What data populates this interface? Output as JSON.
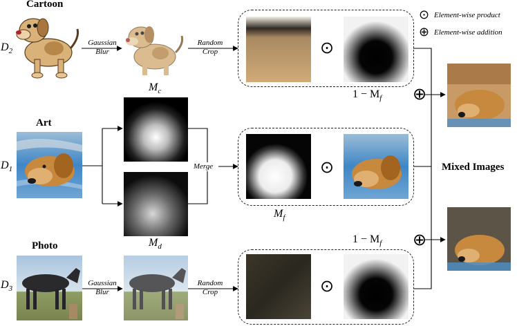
{
  "domains": {
    "cartoon": {
      "name": "Cartoon",
      "symbol": "D",
      "sub": "2"
    },
    "art": {
      "name": "Art",
      "symbol": "D",
      "sub": "1"
    },
    "photo": {
      "name": "Photo",
      "symbol": "D",
      "sub": "3"
    }
  },
  "ops": {
    "gaussian_top": [
      "Gaussian",
      "Blur"
    ],
    "gaussian_bottom": [
      "Gaussian",
      "Blur"
    ],
    "crop_top": [
      "Random",
      "Crop"
    ],
    "crop_bottom": [
      "Random",
      "Crop"
    ],
    "merge": "Merge"
  },
  "masks": {
    "mc": {
      "symbol": "M",
      "sub": "c"
    },
    "md": {
      "symbol": "M",
      "sub": "d"
    },
    "mf": {
      "symbol": "M",
      "sub": "f"
    },
    "one_minus_top": {
      "prefix": "1 − M",
      "sub": "f"
    },
    "one_minus_bottom": {
      "prefix": "1 − M",
      "sub": "f"
    }
  },
  "legend": {
    "product_symbol": "⊙",
    "product_label": "Element-wise product",
    "addition_symbol": "⊕",
    "addition_label": "Element-wise addition"
  },
  "output": {
    "label": "Mixed Images"
  }
}
